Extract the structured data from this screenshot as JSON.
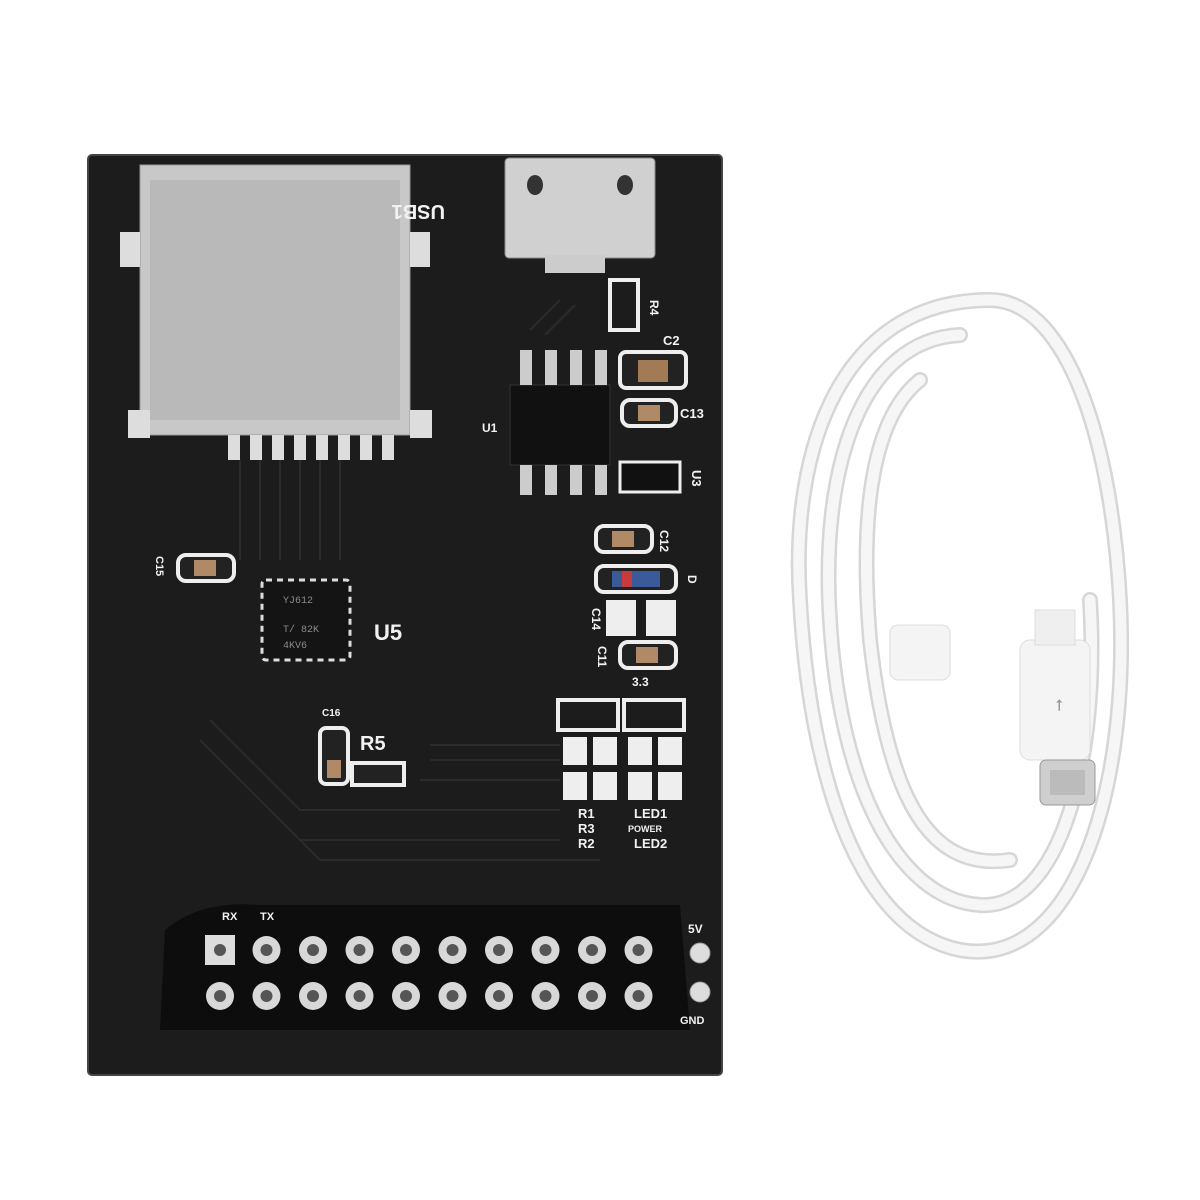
{
  "scene": "pcb-board-with-usb-cable",
  "colors": {
    "board": "#1c1c1c",
    "silkscreen": "#f2f2f2",
    "metal": "#c9c9c9",
    "cable": "#f4f4f4",
    "background": "#ffffff"
  },
  "board": {
    "usb_label": "USB1",
    "u1_label": "U1",
    "u3_label": "U3",
    "u5_label": "U5",
    "u5_marking": [
      "YJ612",
      "T/ 82K",
      "4KV6"
    ],
    "r4_label": "R4",
    "r5_label": "R5",
    "c2_label": "C2",
    "c13_label": "C13",
    "c12_label": "C12",
    "c14_label": "C14",
    "c11_label": "C11",
    "c15_label": "C15",
    "c16_label": "C16",
    "d_label": "D",
    "v33_label": "3.3",
    "r_labels": [
      "R1",
      "R3",
      "R2"
    ],
    "led_labels": [
      "LED1",
      "POWER",
      "LED2"
    ],
    "rx_label": "RX",
    "tx_label": "TX",
    "v5_label": "5V",
    "gnd_label": "GND"
  }
}
